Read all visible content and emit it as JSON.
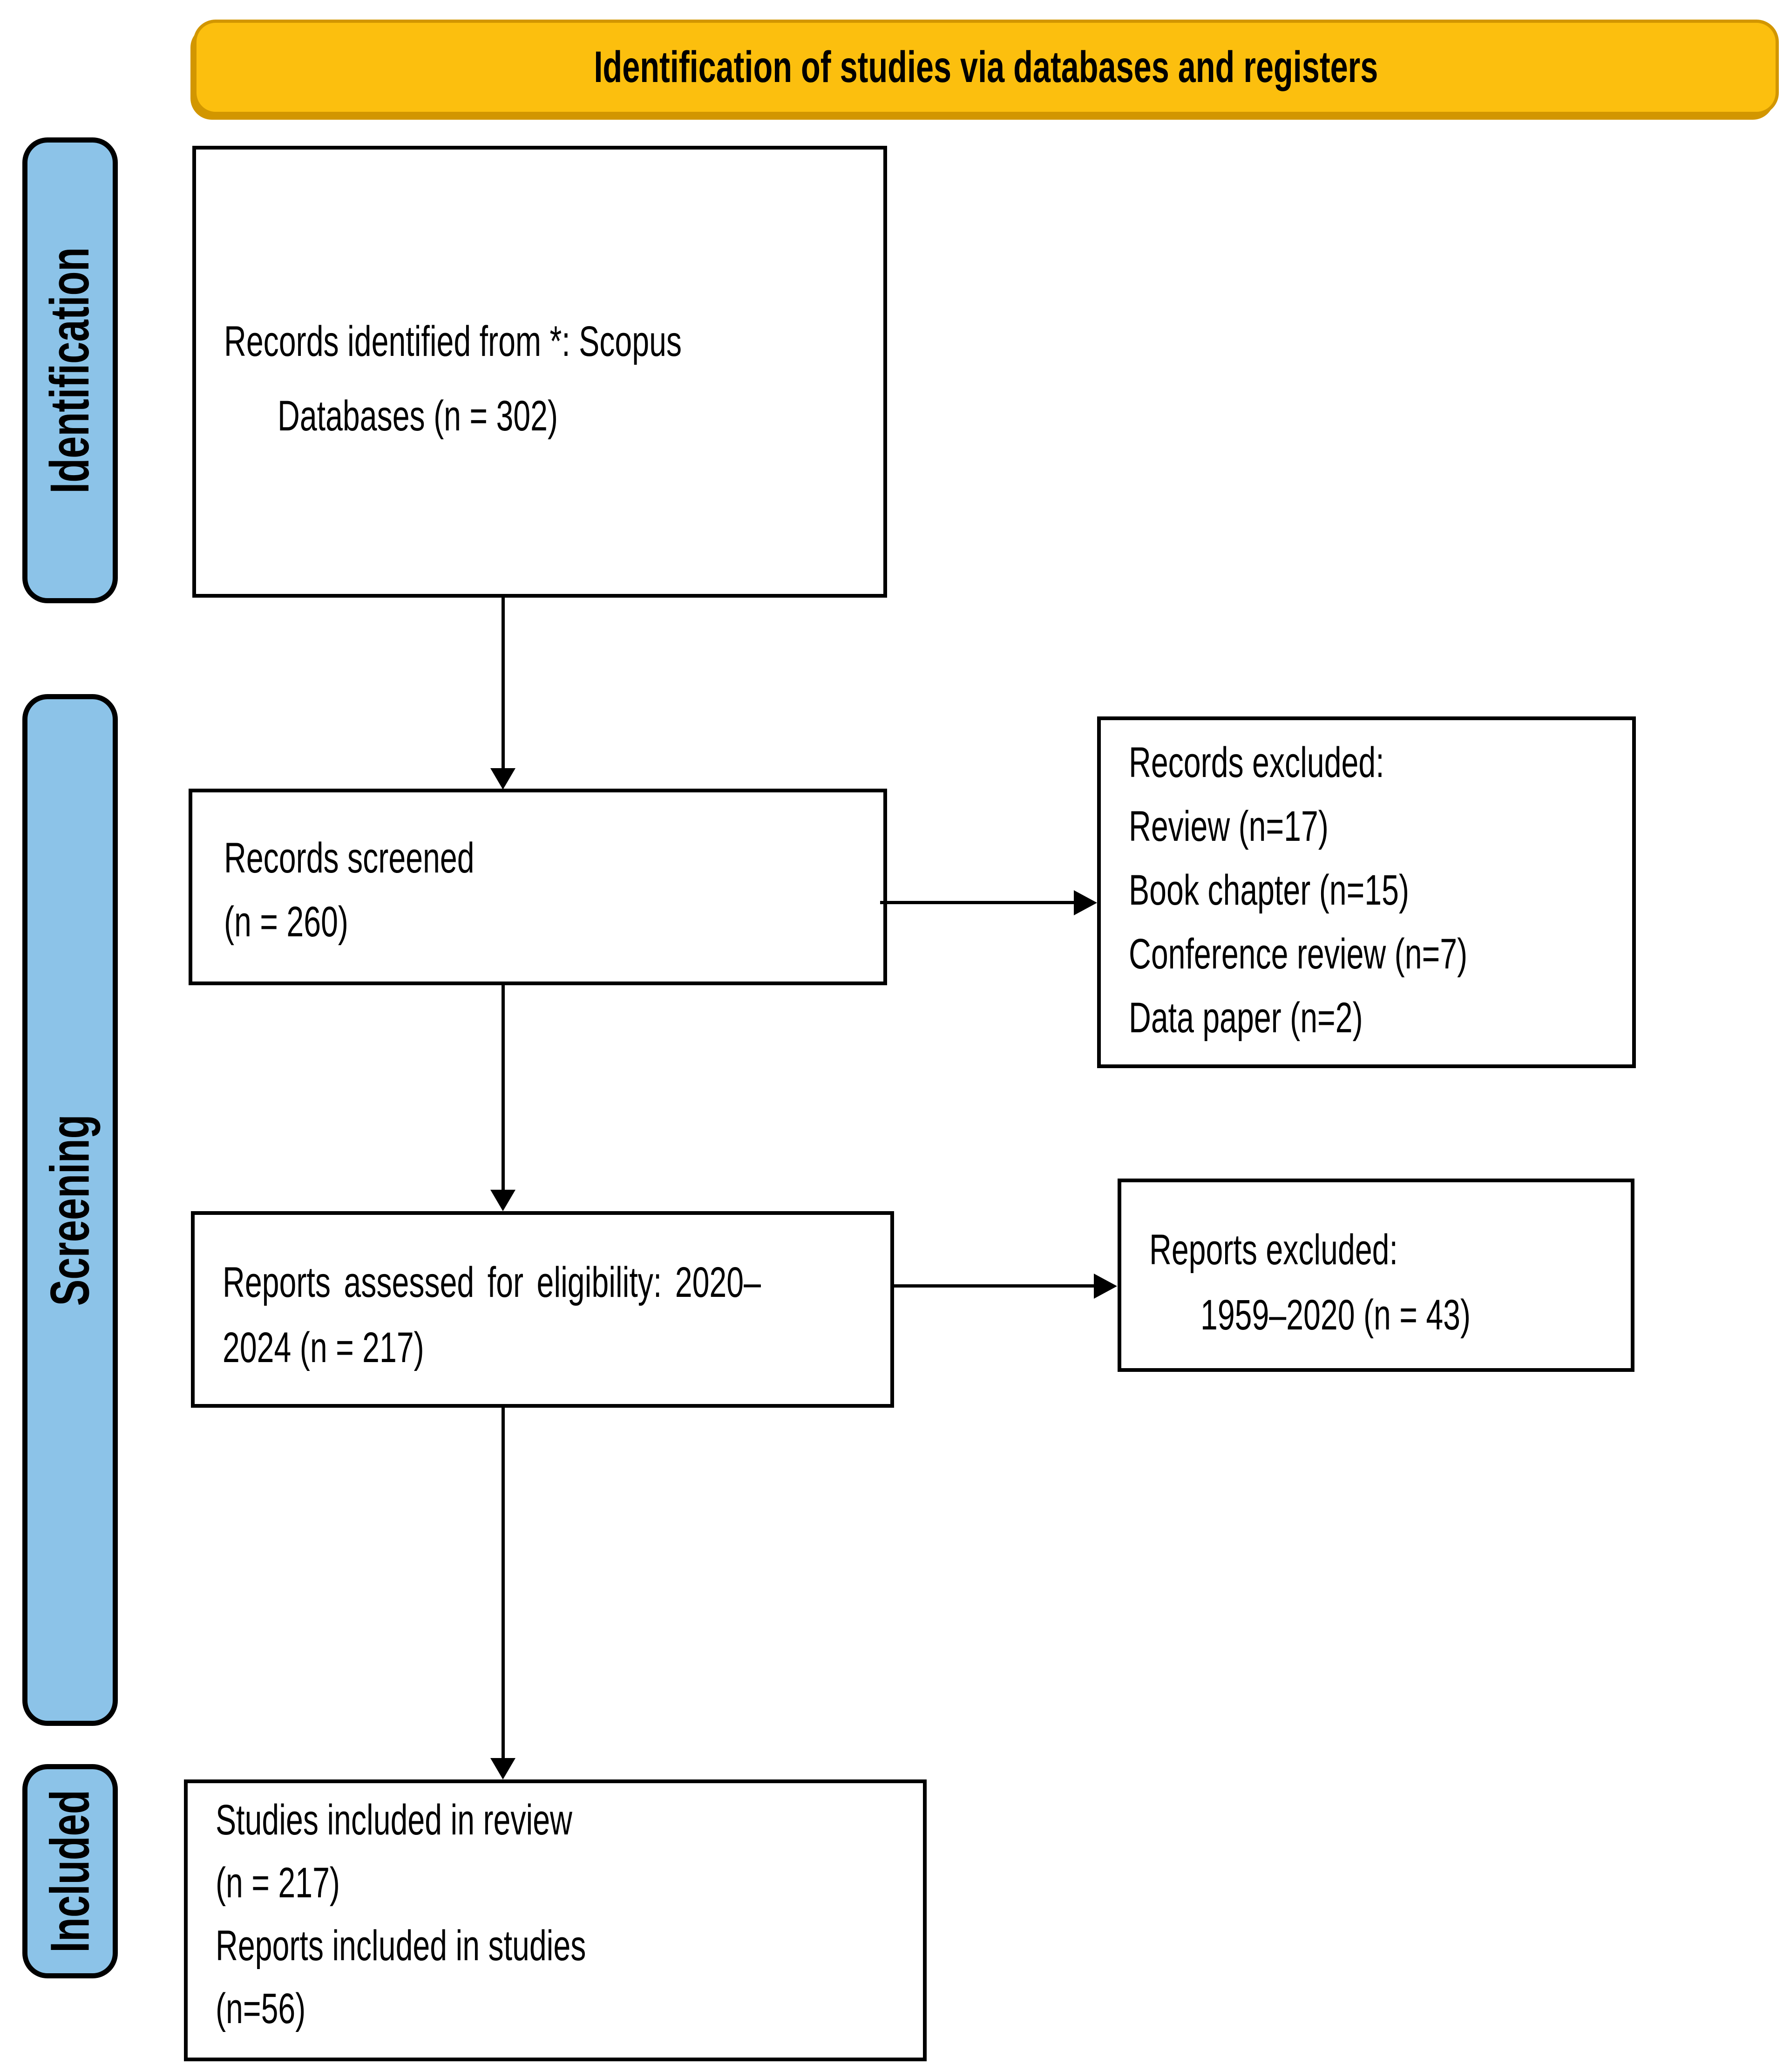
{
  "banner": {
    "title": "Identification of studies via databases and registers"
  },
  "sidebar": {
    "identification": "Identification",
    "screening": "Screening",
    "included": "Included"
  },
  "boxes": {
    "records_identified": {
      "line1": "Records identified from *: Scopus",
      "line2": "Databases (n = 302)"
    },
    "records_screened": {
      "line1": "Records screened",
      "line2": "(n = 260)"
    },
    "records_excluded": {
      "title": "Records excluded:",
      "items": [
        "Review (n=17)",
        "Book chapter (n=15)",
        "Conference review (n=7)",
        "Data paper (n=2)"
      ]
    },
    "reports_assessed": {
      "line1": "Reports assessed for eligibility: 2020–",
      "line2": "2024 (n = 217)"
    },
    "reports_excluded": {
      "title": "Reports excluded:",
      "line2": "1959–2020 (n = 43)"
    },
    "studies_included": {
      "lines": [
        "Studies included in review",
        "(n = 217)",
        "Reports included in studies",
        "(n=56)"
      ]
    }
  },
  "counts": {
    "identified": 302,
    "screened": 260,
    "excluded_review": 17,
    "excluded_book_chapter": 15,
    "excluded_conference_review": 7,
    "excluded_data_paper": 2,
    "assessed": 217,
    "reports_excluded_1959_2020": 43,
    "included_studies": 217,
    "included_reports": 56
  },
  "colors": {
    "banner_bg": "#FCBF0E",
    "banner_border": "#D29600",
    "stage_bg": "#8CC3E8",
    "ink": "#000000"
  }
}
